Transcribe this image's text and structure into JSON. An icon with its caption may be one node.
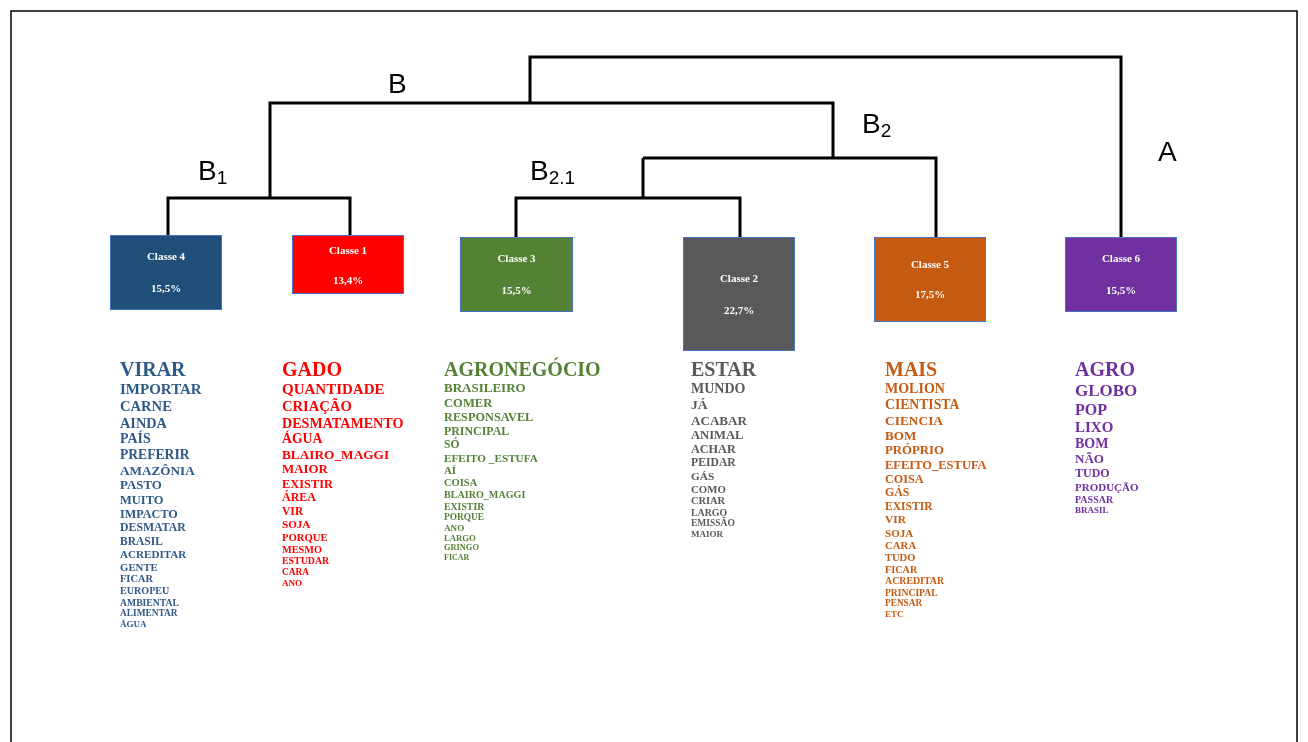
{
  "diagram": {
    "nodes": [
      {
        "text": [
          "Classe 4",
          "15,5%"
        ],
        "beside": [
          "VIRAR",
          "IMPORTAR",
          "CARNE",
          "AINDA",
          "PAÍS",
          "PREFERIR",
          "AMAZÔNIA",
          "PASTO",
          "MUITO",
          "IMPACTO",
          "DESMATAR",
          "BRASIL",
          "ACREDITAR",
          "GENTE",
          "FICAR",
          "EUROPEU",
          "AMBIENTAL",
          "ALIMENTAR",
          "ÁGUA"
        ]
      },
      {
        "text": [
          "Classe 1",
          "13,4%"
        ],
        "beside": [
          "GADO",
          "QUANTIDADE",
          "CRIAÇÃO",
          "DESMATAMENTO",
          "ÁGUA",
          "BLAIRO_MAGGI",
          "MAIOR",
          "EXISTIR",
          "ÁREA",
          "VIR",
          "SOJA",
          "PORQUE",
          "MESMO",
          "ESTUDAR",
          "CARA",
          "ANO"
        ]
      },
      {
        "text": [
          "Classe 3",
          "15,5%"
        ],
        "beside": [
          "AGRONEGÓCIO",
          "BRASILEIRO",
          "COMER",
          "RESPONSAVEL",
          "PRINCIPAL",
          "SÓ",
          "EFEITO _ESTUFA",
          "AÍ",
          "COISA",
          "BLAIRO_MAGGI",
          "EXISTIR",
          "PORQUE",
          "ANO",
          "LARGO",
          "GRINGO",
          "FICAR"
        ]
      },
      {
        "text": [
          "Classe 2",
          "22,7%"
        ],
        "beside": [
          "ESTAR",
          "MUNDO",
          "JÁ",
          "ACABAR",
          "ANIMAL",
          "ACHAR",
          "PEIDAR",
          "GÁS",
          "COMO",
          "CRIAR",
          "LARGO",
          "EMISSÃO",
          "MAIOR"
        ]
      },
      {
        "text": [
          "Classe 5",
          "17,5%"
        ],
        "beside": [
          "MAIS",
          "MOLION",
          "CIENTISTA",
          "CIENCIA",
          "BOM",
          "PRÓPRIO",
          "EFEITO_ESTUFA",
          "COISA",
          "GÁS",
          "EXISTIR",
          "VIR",
          "SOJA",
          "CARA",
          "TUDO",
          "FICAR",
          "ACREDITAR",
          "PRINCIPAL",
          "PENSAR",
          "ETC"
        ]
      },
      {
        "text": [
          "Classe 6",
          "15,5%"
        ],
        "beside": [
          "AGRO",
          "GLOBO",
          "POP",
          "LIXO",
          "BOM",
          "NÃO",
          "TUDO",
          "PRODUÇÃO",
          "PASSAR",
          "BRASIL"
        ]
      }
    ],
    "labels": [
      "B",
      "B$_{1}$",
      "B$_{2.1}$",
      "B$_{2}$",
      "A"
    ]
  }
}
